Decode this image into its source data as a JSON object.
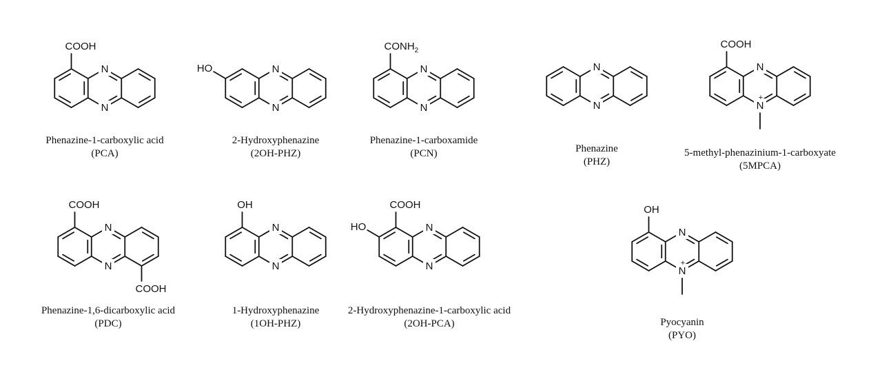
{
  "figure": {
    "colors": {
      "ink": "#111111",
      "background": "#ffffff"
    },
    "compounds": [
      {
        "id": "pca",
        "name": "Phenazine-1-carboxylic acid",
        "abbr": "(PCA)",
        "substituents": {
          "c1": "COOH"
        }
      },
      {
        "id": "2oh-phz",
        "name": "2-Hydroxyphenazine",
        "abbr": "(2OH-PHZ)",
        "substituents": {
          "c2": "HO"
        }
      },
      {
        "id": "pcn",
        "name": "Phenazine-1-carboxamide",
        "abbr": "(PCN)",
        "substituents": {
          "c1": "CONH2"
        }
      },
      {
        "id": "phz",
        "name": "Phenazine",
        "abbr": "(PHZ)",
        "substituents": {}
      },
      {
        "id": "5mpca",
        "name": "5-methyl-phenazinium-1-carboxyate",
        "abbr": "(5MPCA)",
        "substituents": {
          "c1": "COOH"
        },
        "n_methyl": true
      },
      {
        "id": "pdc",
        "name": "Phenazine-1,6-dicarboxylic acid",
        "abbr": "(PDC)",
        "substituents": {
          "c1": "COOH",
          "c6": "COOH"
        }
      },
      {
        "id": "1oh-phz",
        "name": "1-Hydroxyphenazine",
        "abbr": "(1OH-PHZ)",
        "substituents": {
          "c1": "OH"
        }
      },
      {
        "id": "2oh-pca",
        "name": "2-Hydroxyphenazine-1-carboxylic acid",
        "abbr": "(2OH-PCA)",
        "substituents": {
          "c1": "COOH",
          "c2": "HO"
        }
      },
      {
        "id": "pyo",
        "name": "Pyocyanin",
        "abbr": "(PYO)",
        "substituents": {
          "c1": "OH"
        },
        "n_methyl": true
      }
    ],
    "atoms": {
      "nitrogen": "N",
      "charge": "+"
    }
  }
}
